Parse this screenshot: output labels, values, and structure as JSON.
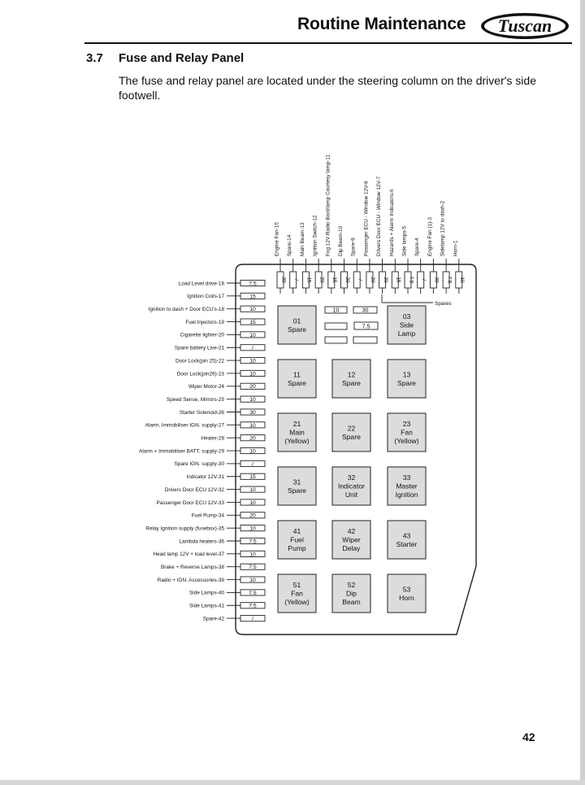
{
  "header": {
    "title": "Routine Maintenance",
    "brand": "Tuscan"
  },
  "section": {
    "number": "3.7",
    "title": "Fuse and Relay Panel",
    "body": "The fuse and relay panel are located under the steering column on the driver's side footwell."
  },
  "diagram": {
    "top_fuses": [
      {
        "label": "Engine Fan-15",
        "rating": "30"
      },
      {
        "label": "Spare-14",
        "rating": "/"
      },
      {
        "label": "Main Beam-13",
        "rating": "15"
      },
      {
        "label": "Ignition Switch-12",
        "rating": "20"
      },
      {
        "label": "Fog 12V Radio Boot/lamp Courtesy lamp-11",
        "rating": "15"
      },
      {
        "label": "Dip Beam-10",
        "rating": "20"
      },
      {
        "label": "Spare-9",
        "rating": "/"
      },
      {
        "label": "Passenger ECU - Window 12V-8",
        "rating": "20"
      },
      {
        "label": "Drivers Door ECU - Window 12V-7",
        "rating": "20"
      },
      {
        "label": "Hazards + Alarm Indicators-6",
        "rating": "15"
      },
      {
        "label": "Side lamps-5",
        "rating": "7.5"
      },
      {
        "label": "Spare-4",
        "rating": "/"
      },
      {
        "label": "Engine Fan (1)-3",
        "rating": "30"
      },
      {
        "label": "Sidelamp 12V to dash-2",
        "rating": "7.5"
      },
      {
        "label": "Horn-1",
        "rating": "10"
      }
    ],
    "left_fuses": [
      {
        "label": "Load Level drive-16",
        "rating": "7.5"
      },
      {
        "label": "Ignition Coils-17",
        "rating": "15"
      },
      {
        "label": "Ignition to dash + Door ECU's-18",
        "rating": "10"
      },
      {
        "label": "Fuel Injectors-19",
        "rating": "15"
      },
      {
        "label": "Cigarette lighter-20",
        "rating": "10"
      },
      {
        "label": "Spare battery Live-21",
        "rating": "/"
      },
      {
        "label": "Door Lock(pin 25)-22",
        "rating": "10"
      },
      {
        "label": "Door Lock(pin26)-23",
        "rating": "10"
      },
      {
        "label": "Wiper Motor-24",
        "rating": "20"
      },
      {
        "label": "Speed Sense, Mirrors-25",
        "rating": "10"
      },
      {
        "label": "Starter Solenoid-26",
        "rating": "30"
      },
      {
        "label": "Alarm, Immobiliser IGN. supply-27",
        "rating": "10"
      },
      {
        "label": "Heater-28",
        "rating": "20"
      },
      {
        "label": "Alarm + Immobiliser BATT. supply-29",
        "rating": "10"
      },
      {
        "label": "Spare IGN. supply-30",
        "rating": "/"
      },
      {
        "label": "Indicator 12V-31",
        "rating": "15"
      },
      {
        "label": "Drivers Door ECU 12V-32",
        "rating": "10"
      },
      {
        "label": "Passenger Door ECU 12V-33",
        "rating": "10"
      },
      {
        "label": "Fuel Pump-34",
        "rating": "20"
      },
      {
        "label": "Relay Ignition supply (fusebox)-35",
        "rating": "10"
      },
      {
        "label": "Lambda heaters-36",
        "rating": "7.5"
      },
      {
        "label": "Head lamp 12V + load level-37",
        "rating": "10"
      },
      {
        "label": "Brake + Reverse Lamps-38",
        "rating": "7.5"
      },
      {
        "label": "Radio + IGN. Accessories-39",
        "rating": "10"
      },
      {
        "label": "Side Lamps-40",
        "rating": "7.5"
      },
      {
        "label": "Side Lamps-41",
        "rating": "7.5"
      },
      {
        "label": "Spare-42",
        "rating": "/"
      }
    ],
    "spares_label": "Spares",
    "spare_fuse_ratings": [
      "10",
      "30",
      "7.5"
    ],
    "relays": [
      [
        "01",
        "Spare"
      ],
      [
        "03",
        "Side",
        "Lamp"
      ],
      [
        "11",
        "Spare"
      ],
      [
        "12",
        "Spare"
      ],
      [
        "13",
        "Spare"
      ],
      [
        "21",
        "Main",
        "(Yellow)"
      ],
      [
        "22",
        "Spare"
      ],
      [
        "23",
        "Fan",
        "(Yellow)"
      ],
      [
        "31",
        "Spare"
      ],
      [
        "32",
        "Indicator",
        "Unit"
      ],
      [
        "33",
        "Master",
        "Ignition"
      ],
      [
        "41",
        "Fuel",
        "Pump"
      ],
      [
        "42",
        "Wiper",
        "Delay"
      ],
      [
        "43",
        "Starter"
      ],
      [
        "51",
        "Fan",
        "(Yellow)"
      ],
      [
        "52",
        "Dip",
        "Beam"
      ],
      [
        "53",
        "Horn"
      ]
    ]
  },
  "footer": {
    "page_number": "42"
  }
}
